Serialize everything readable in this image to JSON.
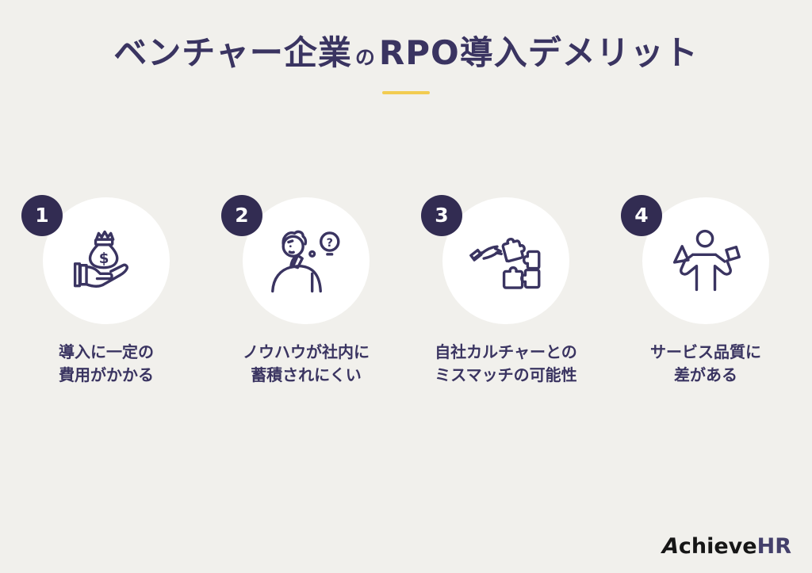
{
  "header": {
    "title_part1": "ベンチャー企業",
    "title_particle": "の",
    "title_part2": "RPO導入デメリット"
  },
  "items": [
    {
      "number": "1",
      "icon": "money-bag-in-hand-icon",
      "icon_glyph": "$",
      "caption_line1": "導入に一定の",
      "caption_line2": "費用がかかる"
    },
    {
      "number": "2",
      "icon": "thinking-person-question-icon",
      "icon_glyph": "?",
      "caption_line1": "ノウハウが社内に",
      "caption_line2": "蓄積されにくい"
    },
    {
      "number": "3",
      "icon": "hand-placing-puzzle-icon",
      "caption_line1": "自社カルチャーとの",
      "caption_line2": "ミスマッチの可能性"
    },
    {
      "number": "4",
      "icon": "person-weighing-options-icon",
      "caption_line1": "サービス品質に",
      "caption_line2": "差がある"
    }
  ],
  "logo": {
    "part_a": "A",
    "part_rest": "chieve",
    "part_hr": "HR"
  },
  "colors": {
    "background": "#F1F0EC",
    "navy_text": "#3A3461",
    "badge_background": "#322C52",
    "badge_text": "#FFFFFF",
    "circle_background": "#FFFFFF",
    "accent_gold_underline": "#F2CC51",
    "logo_black": "#161616",
    "logo_navy": "#44406B"
  }
}
